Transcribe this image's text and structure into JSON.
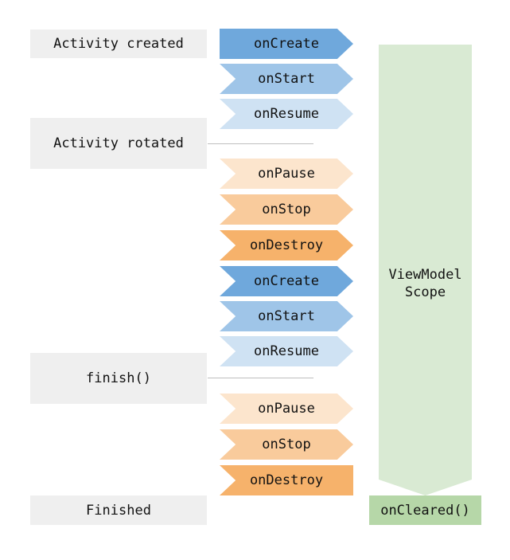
{
  "states": {
    "created": "Activity created",
    "rotated": "Activity rotated",
    "finish": "finish()",
    "finished": "Finished"
  },
  "steps": [
    {
      "label": "onCreate",
      "color": "#6fa8dc"
    },
    {
      "label": "onStart",
      "color": "#9fc5e8"
    },
    {
      "label": "onResume",
      "color": "#cfe2f3"
    },
    {
      "label": "onPause",
      "color": "#fce5cd"
    },
    {
      "label": "onStop",
      "color": "#f9cb9c"
    },
    {
      "label": "onDestroy",
      "color": "#f6b26b"
    },
    {
      "label": "onCreate",
      "color": "#6fa8dc"
    },
    {
      "label": "onStart",
      "color": "#9fc5e8"
    },
    {
      "label": "onResume",
      "color": "#cfe2f3"
    },
    {
      "label": "onPause",
      "color": "#fce5cd"
    },
    {
      "label": "onStop",
      "color": "#f9cb9c"
    },
    {
      "label": "onDestroy",
      "color": "#f6b26b"
    }
  ],
  "scope": {
    "line1": "ViewModel",
    "line2": "Scope",
    "color": "#d9ead3"
  },
  "cleared": {
    "label": "onCleared()",
    "color": "#b6d7a8"
  },
  "divider_color": "#bfbfbf",
  "state_box_color": "#efefef"
}
